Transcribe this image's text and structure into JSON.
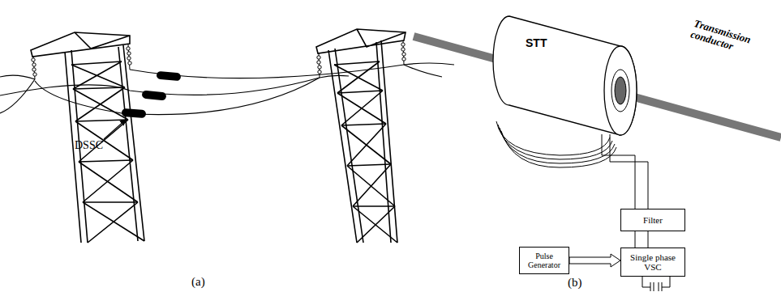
{
  "diagram": {
    "nodes": [
      {
        "text": [
          "STT"
        ]
      },
      {
        "text": [
          "Filter"
        ]
      },
      {
        "text": [
          "Pulse Generator"
        ]
      },
      {
        "text": [
          "Single phase VSC"
        ]
      }
    ],
    "edges": [
      {
        "from": 0,
        "to": 1,
        "arrow": "none"
      },
      {
        "from": 1,
        "to": 3,
        "arrow": "none"
      },
      {
        "from": 2,
        "to": 3,
        "arrow": "to"
      }
    ],
    "labels": [
      "DSSC",
      "Transmission conductor",
      "(a)",
      "(b)"
    ]
  }
}
